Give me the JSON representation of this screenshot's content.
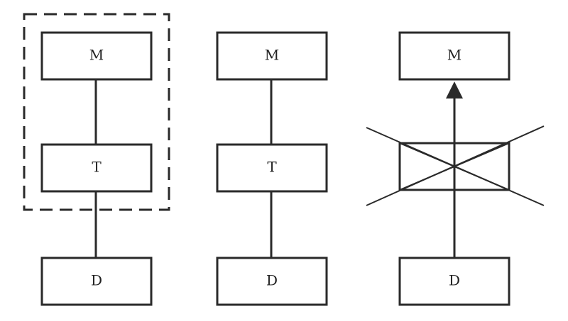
{
  "diagrams": [
    {
      "nodes": {
        "top": "M",
        "middle": "T",
        "bottom": "D"
      },
      "middle_grouped_with_top": true
    },
    {
      "nodes": {
        "top": "M",
        "middle": "T",
        "bottom": "D"
      }
    },
    {
      "nodes": {
        "top": "M",
        "middle": "",
        "bottom": "D"
      },
      "middle_crossed_out": true,
      "arrow": "bottom-to-top"
    }
  ],
  "colors": {
    "line": "#2a2a2a",
    "text": "#222222",
    "background": "#ffffff"
  }
}
